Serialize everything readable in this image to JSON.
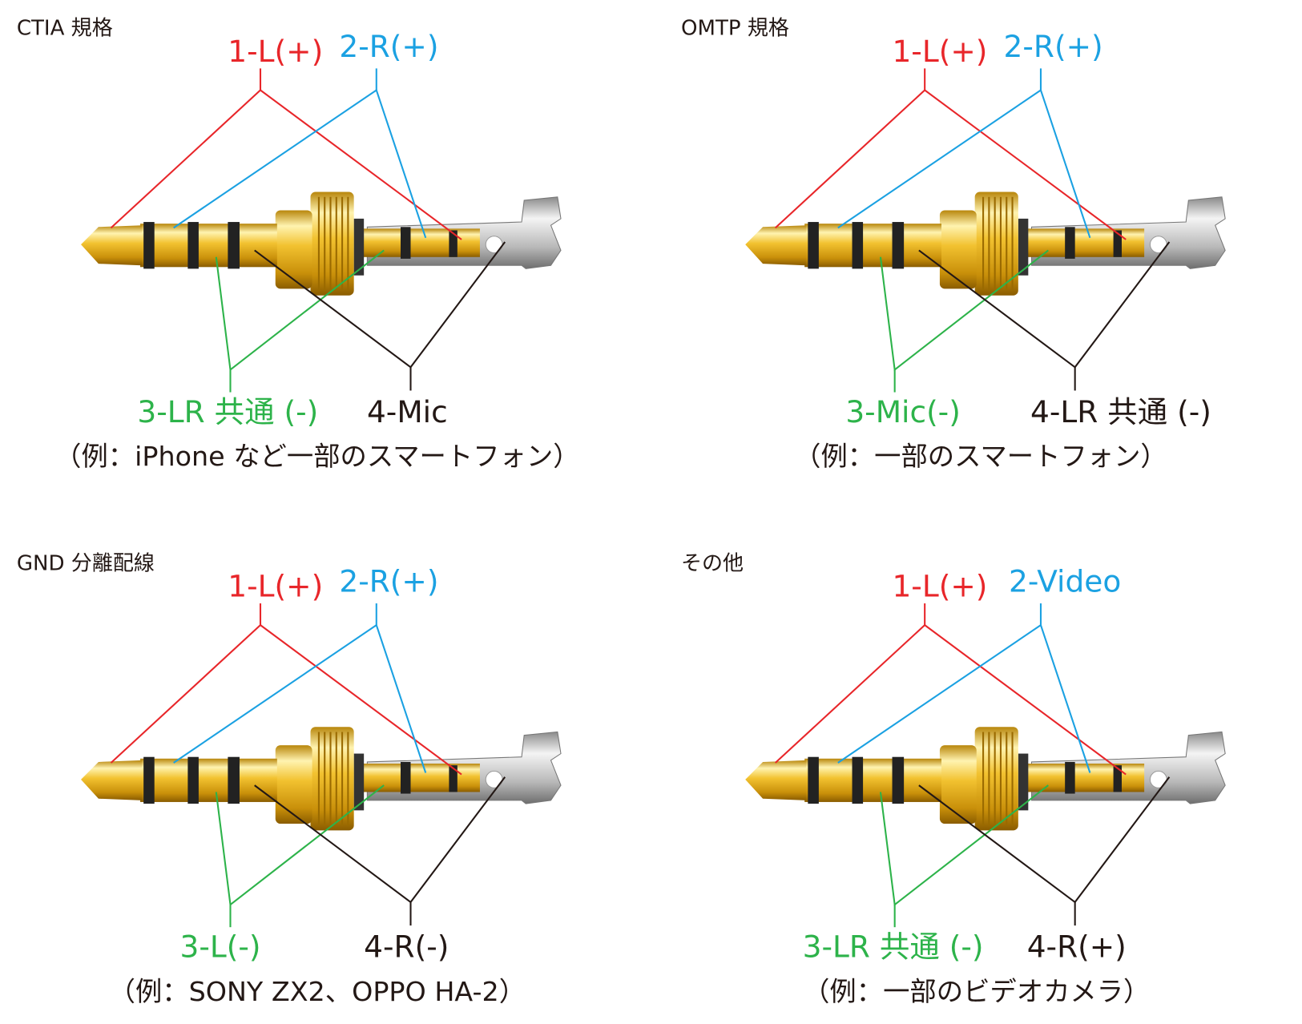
{
  "colors": {
    "red": "#e8262a",
    "blue": "#1ba1e2",
    "green": "#2db34a",
    "black": "#231815"
  },
  "diagrams": [
    {
      "title": "CTIA 規格",
      "pin1": "1-L(+)",
      "pin2": "2-R(+)",
      "pin3": "3-LR 共通 (-)",
      "pin4": "4-Mic",
      "example": "（例：iPhone など一部のスマートフォン）"
    },
    {
      "title": "OMTP 規格",
      "pin1": "1-L(+)",
      "pin2": "2-R(+)",
      "pin3": "3-Mic(-)",
      "pin4": "4-LR 共通 (-)",
      "example": "（例：一部のスマートフォン）"
    },
    {
      "title": "GND 分離配線",
      "pin1": "1-L(+)",
      "pin2": "2-R(+)",
      "pin3": "3-L(-)",
      "pin4": "4-R(-)",
      "example": "（例：SONY ZX2、OPPO HA-2）"
    },
    {
      "title": "その他",
      "pin1": "1-L(+)",
      "pin2": "2-Video",
      "pin3": "3-LR 共通 (-)",
      "pin4": "4-R(+)",
      "example": "（例：一部のビデオカメラ）"
    }
  ]
}
